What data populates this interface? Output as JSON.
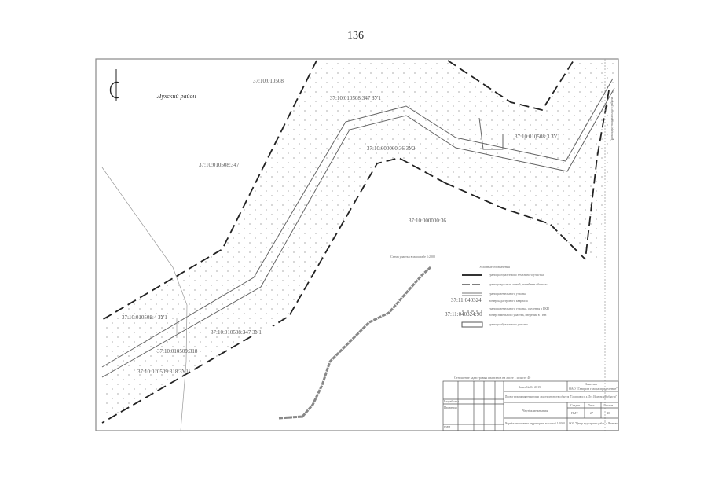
{
  "page_number": "136",
  "map": {
    "district": "Лухский район",
    "parcels": {
      "p1": "37:10:010508",
      "p2": "37:10:010508:347",
      "p3": "37:10:010508:347 ЗУ1",
      "p4": "37:10:000000:36 ЗУ2",
      "p5": "37:10:010508:3 ЗУ1",
      "p6": "37:10:000000:36",
      "p7": "37:10:010508:4 ЗУ1",
      "p8": "37:10:010508:347 ЗУ1",
      "p9": "37:10:010509:318",
      "p10": "37:10:010509:318 ЗУ1"
    },
    "side_note": "Граница муниципального района",
    "scheme_caption": "Схема участка в масштабе 1:2000"
  },
  "legend": {
    "title": "Условные обозначения",
    "items": [
      {
        "symbol": "",
        "label": "граница образуемого земельного участка"
      },
      {
        "symbol": "",
        "label": "граница красных линий, линейные объекты"
      },
      {
        "symbol": "",
        "label": "граница земельного участка"
      },
      {
        "symbol": "37:11:040324",
        "label": "номер кадастрового квартала"
      },
      {
        "symbol": "",
        "label": "граница земельного участка, сведения в ГКН"
      },
      {
        "symbol": "37:11:040324:90",
        "label": "номер земельного участка, сведения в ГКН"
      },
      {
        "symbol": "",
        "label": "граница образуемого участка"
      }
    ]
  },
  "title_block": {
    "top_note": "Отношение кадастровых кварталов на листе 1 и листе 40",
    "project_code": "Заказ № 04-2015",
    "customer_label": "Заказчик",
    "customer": "ОАО \"Газпром газораспределение\"",
    "object": "Проект межевания территории для строительства объекта \"Газопровод к д. Лух Ивановской области\"",
    "sheet_title": "Чертёж межевания",
    "stage_header": "Стадия",
    "sheet_header": "Лист",
    "sheets_header": "Листов",
    "stage": "ПМТ",
    "sheet": "27",
    "sheets": "40",
    "drawing_desc": "Чертёж межевания территории, масштаб 1:2000",
    "organization": "ООО \"Центр кадастровых работ\" г. Иваново",
    "roles": [
      "Разработал",
      "Проверил",
      "ГИП"
    ]
  }
}
